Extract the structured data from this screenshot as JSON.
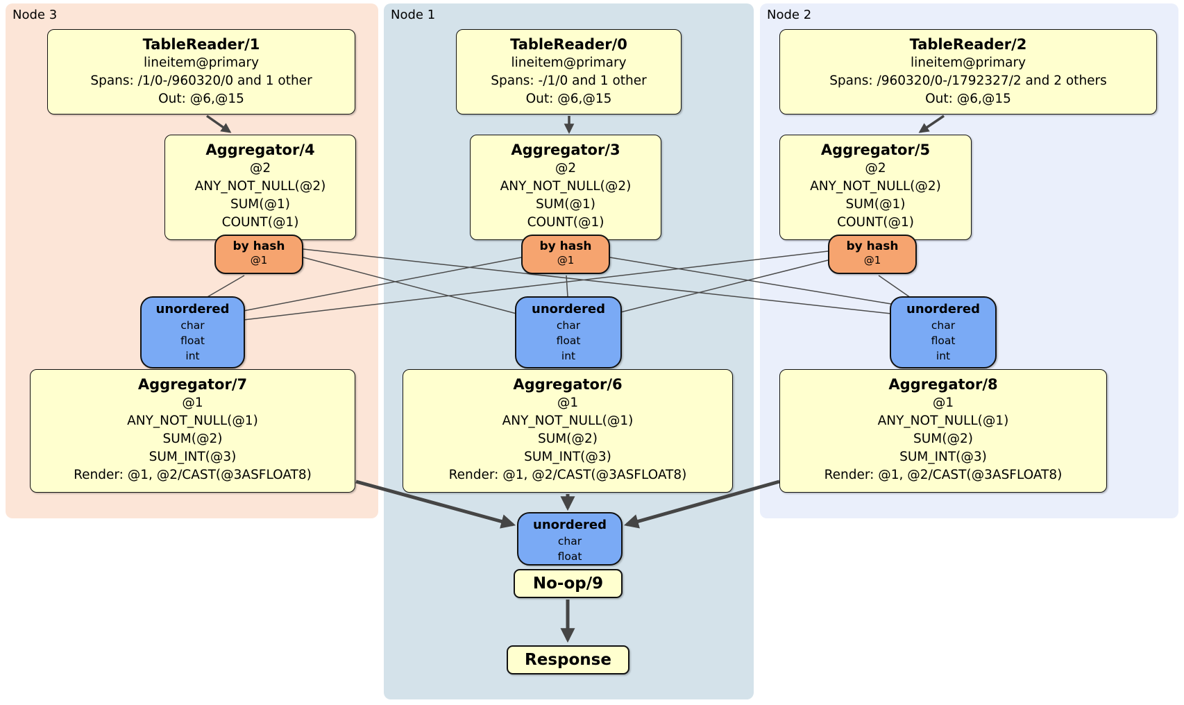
{
  "colors": {
    "node3_bg": "#fce5d7",
    "node1_bg": "#d4e2ea",
    "node2_bg": "#eaeffb",
    "operator_bg": "#ffffcf",
    "router_bg": "#f6a46f",
    "sync_bg": "#7aaaf5",
    "edge": "#4a4a4a"
  },
  "nodes": [
    {
      "label": "Node 3",
      "table_reader": {
        "title": "TableReader/1",
        "lines": [
          "lineitem@primary",
          "Spans: /1/0-/960320/0 and 1 other",
          "Out: @6,@15"
        ]
      },
      "aggregator_top": {
        "title": "Aggregator/4",
        "lines": [
          "@2",
          "ANY_NOT_NULL(@2)",
          "SUM(@1)",
          "COUNT(@1)"
        ]
      },
      "router": {
        "title": "by hash",
        "lines": [
          "@1"
        ]
      },
      "sync": {
        "title": "unordered",
        "lines": [
          "char",
          "float",
          "int"
        ]
      },
      "aggregator_bottom": {
        "title": "Aggregator/7",
        "lines": [
          "@1",
          "ANY_NOT_NULL(@1)",
          "SUM(@2)",
          "SUM_INT(@3)",
          "Render: @1, @2/CAST(@3ASFLOAT8)"
        ]
      }
    },
    {
      "label": "Node 1",
      "table_reader": {
        "title": "TableReader/0",
        "lines": [
          "lineitem@primary",
          "Spans: -/1/0 and 1 other",
          "Out: @6,@15"
        ]
      },
      "aggregator_top": {
        "title": "Aggregator/3",
        "lines": [
          "@2",
          "ANY_NOT_NULL(@2)",
          "SUM(@1)",
          "COUNT(@1)"
        ]
      },
      "router": {
        "title": "by hash",
        "lines": [
          "@1"
        ]
      },
      "sync": {
        "title": "unordered",
        "lines": [
          "char",
          "float",
          "int"
        ]
      },
      "aggregator_bottom": {
        "title": "Aggregator/6",
        "lines": [
          "@1",
          "ANY_NOT_NULL(@1)",
          "SUM(@2)",
          "SUM_INT(@3)",
          "Render: @1, @2/CAST(@3ASFLOAT8)"
        ]
      }
    },
    {
      "label": "Node 2",
      "table_reader": {
        "title": "TableReader/2",
        "lines": [
          "lineitem@primary",
          "Spans: /960320/0-/1792327/2 and 2 others",
          "Out: @6,@15"
        ]
      },
      "aggregator_top": {
        "title": "Aggregator/5",
        "lines": [
          "@2",
          "ANY_NOT_NULL(@2)",
          "SUM(@1)",
          "COUNT(@1)"
        ]
      },
      "router": {
        "title": "by hash",
        "lines": [
          "@1"
        ]
      },
      "sync": {
        "title": "unordered",
        "lines": [
          "char",
          "float",
          "int"
        ]
      },
      "aggregator_bottom": {
        "title": "Aggregator/8",
        "lines": [
          "@1",
          "ANY_NOT_NULL(@1)",
          "SUM(@2)",
          "SUM_INT(@3)",
          "Render: @1, @2/CAST(@3ASFLOAT8)"
        ]
      }
    }
  ],
  "final_stage": {
    "sync": {
      "title": "unordered",
      "lines": [
        "char",
        "float"
      ]
    },
    "noop": {
      "title": "No-op/9"
    },
    "response": {
      "title": "Response"
    }
  }
}
